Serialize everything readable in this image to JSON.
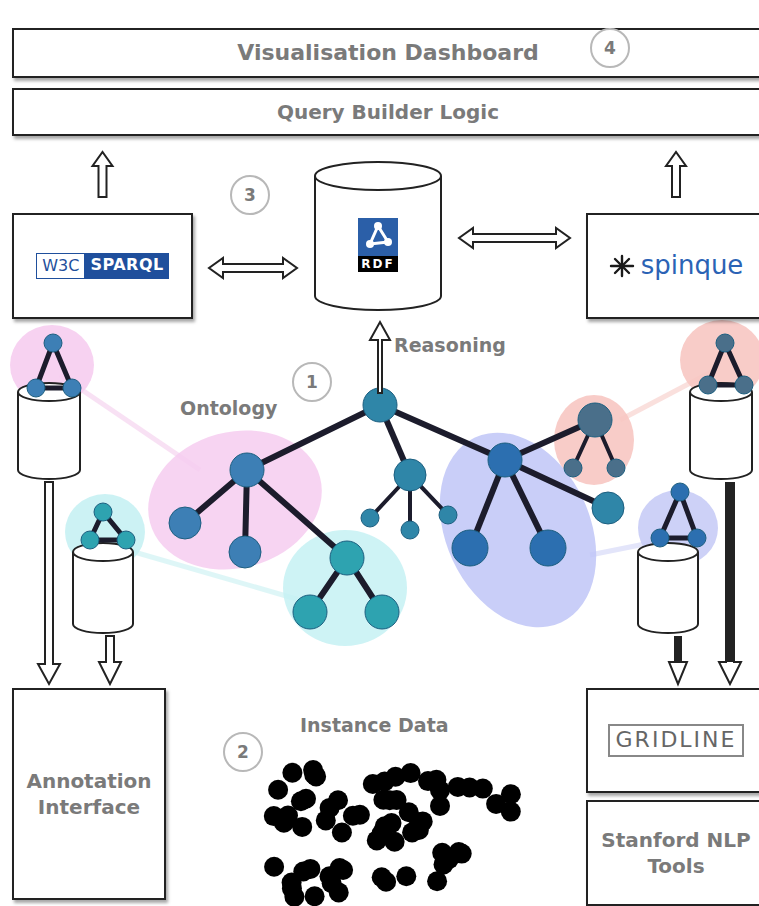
{
  "diagram": {
    "nodes": [
      {
        "text": [
          "Visualisation Dashboard"
        ]
      },
      {
        "text": [
          "Query Builder Logic"
        ]
      },
      {
        "text": [
          "W3C",
          "SPARQL"
        ]
      },
      {
        "text": [
          "RDF"
        ]
      },
      {
        "text": [
          "spinque"
        ]
      },
      {
        "text": [
          "Annotation Interface"
        ]
      },
      {
        "text": [
          "GRIDLINE"
        ]
      },
      {
        "text": [
          "Stanford NLP Tools"
        ]
      }
    ],
    "edges": [
      {
        "from": 2,
        "to": 1,
        "arrow": "to"
      },
      {
        "from": 4,
        "to": 1,
        "arrow": "to"
      },
      {
        "from": 2,
        "to": 3,
        "arrow": "both"
      },
      {
        "from": 3,
        "to": 4,
        "arrow": "both"
      }
    ],
    "labels": [
      "4",
      "3",
      "1",
      "2",
      "Ontology",
      "Reasoning",
      "Instance Data"
    ]
  }
}
